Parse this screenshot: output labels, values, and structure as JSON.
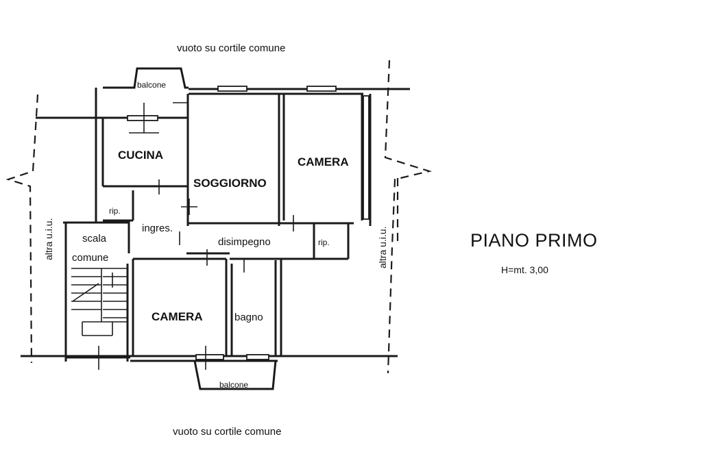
{
  "labels": {
    "top_courtyard": "vuoto su cortile comune",
    "bottom_courtyard": "vuoto su cortile comune",
    "balcony_top": "balcone",
    "balcony_bottom": "balcone",
    "kitchen": "CUCINA",
    "living": "SOGGIORNO",
    "bedroom_top": "CAMERA",
    "bedroom_bottom": "CAMERA",
    "storage_left": "rip.",
    "storage_right": "rip.",
    "entrance": "ingres.",
    "hallway": "disimpegno",
    "stair_line1": "scala",
    "stair_line2": "comune",
    "bathroom": "bagno",
    "other_unit_left": "altra u.i.u.",
    "other_unit_right": "altra u.i.u."
  },
  "sheet": {
    "title": "PIANO PRIMO",
    "height": "H=mt. 3,00"
  }
}
